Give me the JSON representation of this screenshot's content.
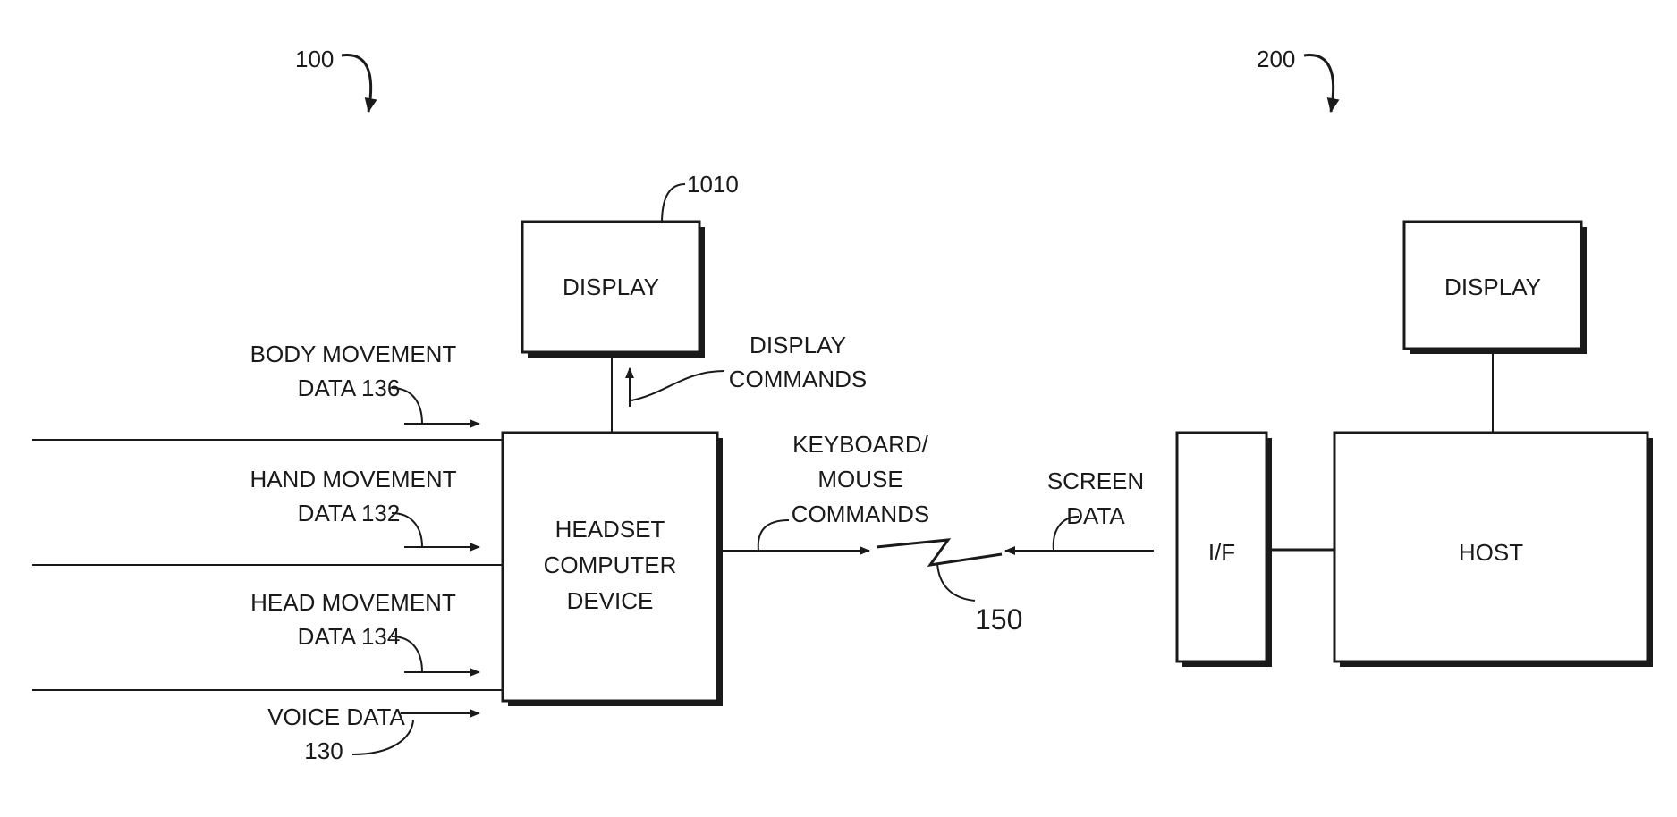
{
  "ref_left": "100",
  "ref_right": "200",
  "ref_display_left": "1010",
  "ref_link": "150",
  "headset": {
    "line1": "HEADSET",
    "line2": "COMPUTER",
    "line3": "DEVICE"
  },
  "display_left": "DISPLAY",
  "display_right": "DISPLAY",
  "host": "HOST",
  "iface": "I/F",
  "display_commands": {
    "line1": "DISPLAY",
    "line2": "COMMANDS"
  },
  "keyboard_mouse": {
    "line1": "KEYBOARD/",
    "line2": "MOUSE",
    "line3": "COMMANDS"
  },
  "screen_data": {
    "line1": "SCREEN",
    "line2": "DATA"
  },
  "inputs": {
    "body": {
      "line1": "BODY MOVEMENT",
      "line2": "DATA 136"
    },
    "hand": {
      "line1": "HAND MOVEMENT",
      "line2": "DATA 132"
    },
    "head": {
      "line1": "HEAD MOVEMENT",
      "line2": "DATA 134"
    },
    "voice": {
      "line1": "VOICE DATA",
      "line2": "130"
    }
  }
}
